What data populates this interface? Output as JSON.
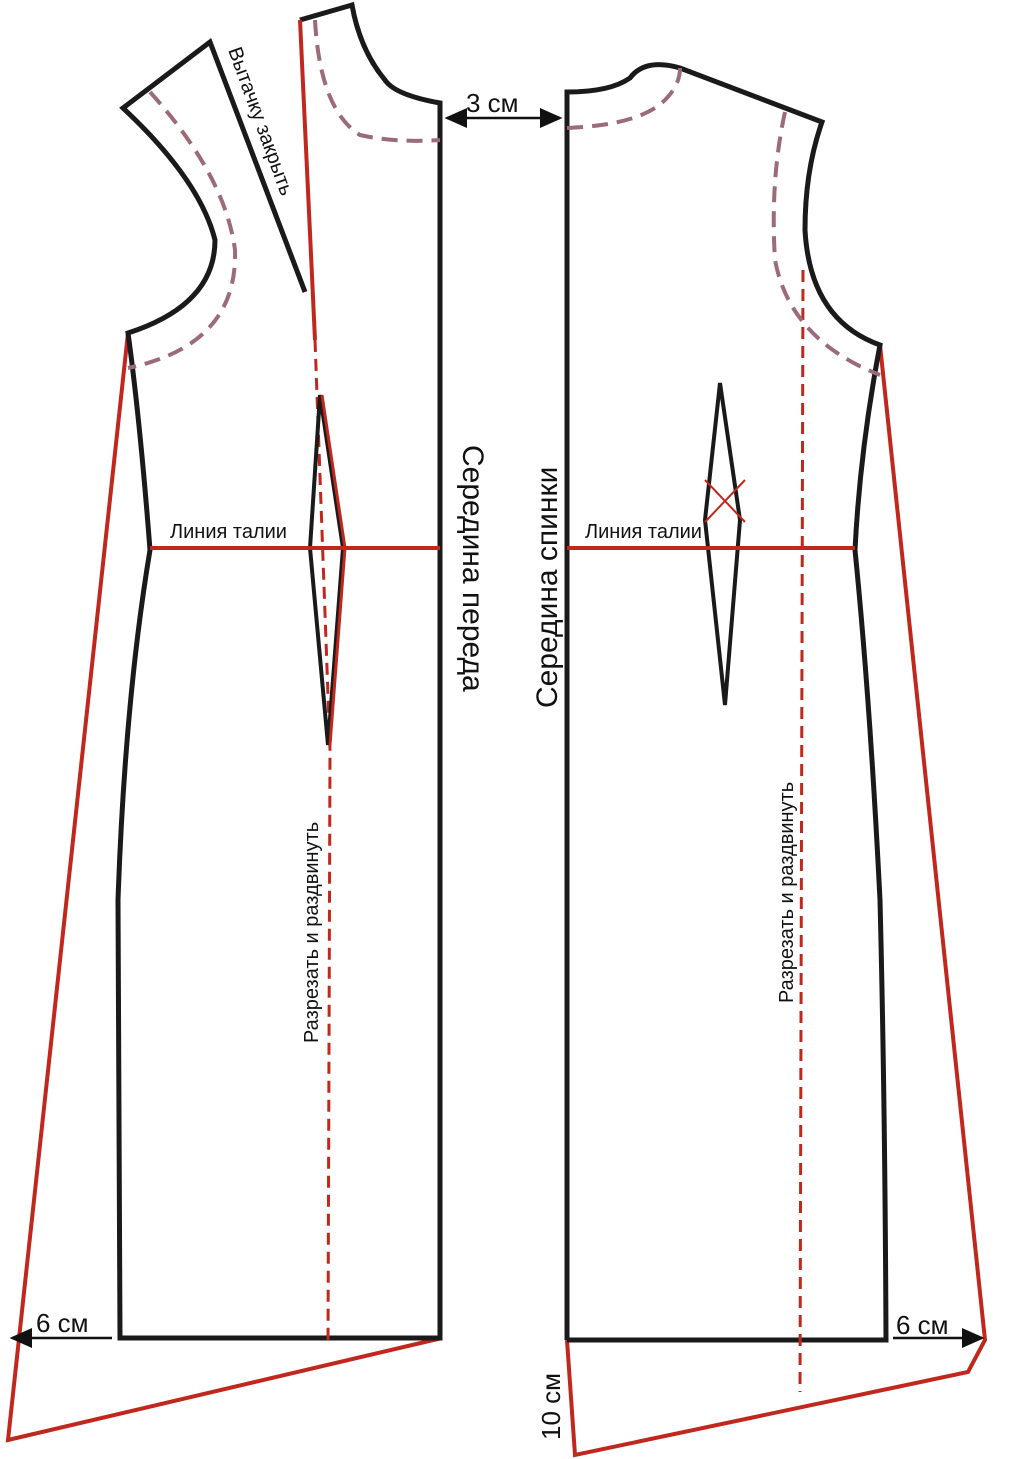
{
  "labels": {
    "dart_close": "Вытачку закрыть",
    "center_front": "Середина переда",
    "center_back": "Середина спинки",
    "waist_front": "Линия талии",
    "waist_back": "Линия талии",
    "cut_spread_front": "Разрезать и раздвинуть",
    "cut_spread_back": "Разрезать и раздвинуть",
    "neck_offset": "3 см",
    "hem_front": "6 см",
    "hem_back": "6 см",
    "hem_back_length": "10 см"
  },
  "colors": {
    "outline": "#1a1a1a",
    "modification": "#c0281e",
    "facing": "#9b6b78"
  }
}
